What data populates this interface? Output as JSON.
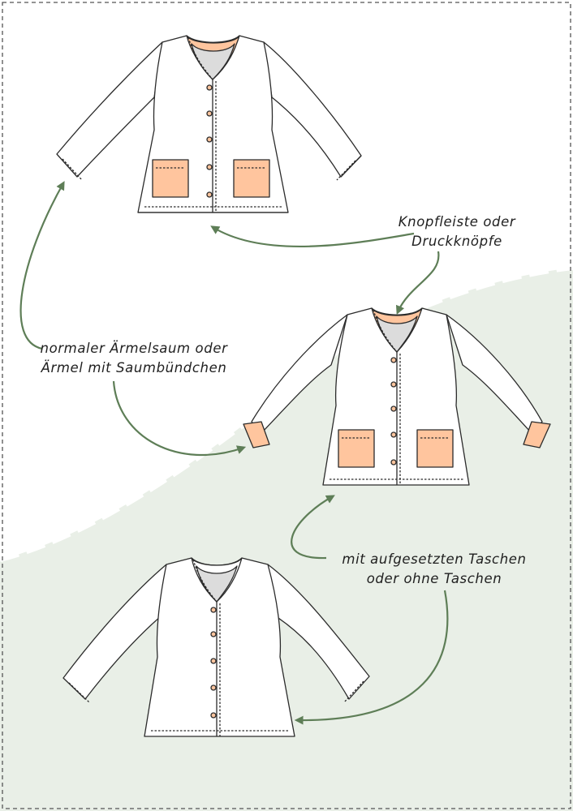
{
  "colors": {
    "background": "#ffffff",
    "green_area": "#e9efe7",
    "dashed_line": "#ffffff",
    "arrow": "#5e7e57",
    "outline": "#2b2b2b",
    "garment_fill": "#ffffff",
    "accent_peach": "#ffc59e",
    "lining_grey": "#dcdcdc",
    "border": "#555555"
  },
  "annotations": {
    "placket": {
      "line1": "Knopfleiste oder",
      "line2": "Druckknöpfe"
    },
    "sleeve": {
      "line1": "normaler Ärmelsaum oder",
      "line2": "Ärmel mit Saumbündchen"
    },
    "pockets": {
      "line1": "mit aufgesetzten Taschen",
      "line2": "oder ohne Taschen"
    }
  },
  "illustrations": [
    {
      "name": "jacket-variant-straight-sleeves-with-pockets",
      "cuffs": false,
      "pockets": true
    },
    {
      "name": "jacket-variant-cuffed-sleeves-with-pockets",
      "cuffs": true,
      "pockets": true
    },
    {
      "name": "jacket-variant-straight-sleeves-no-pockets",
      "cuffs": false,
      "pockets": false
    }
  ]
}
